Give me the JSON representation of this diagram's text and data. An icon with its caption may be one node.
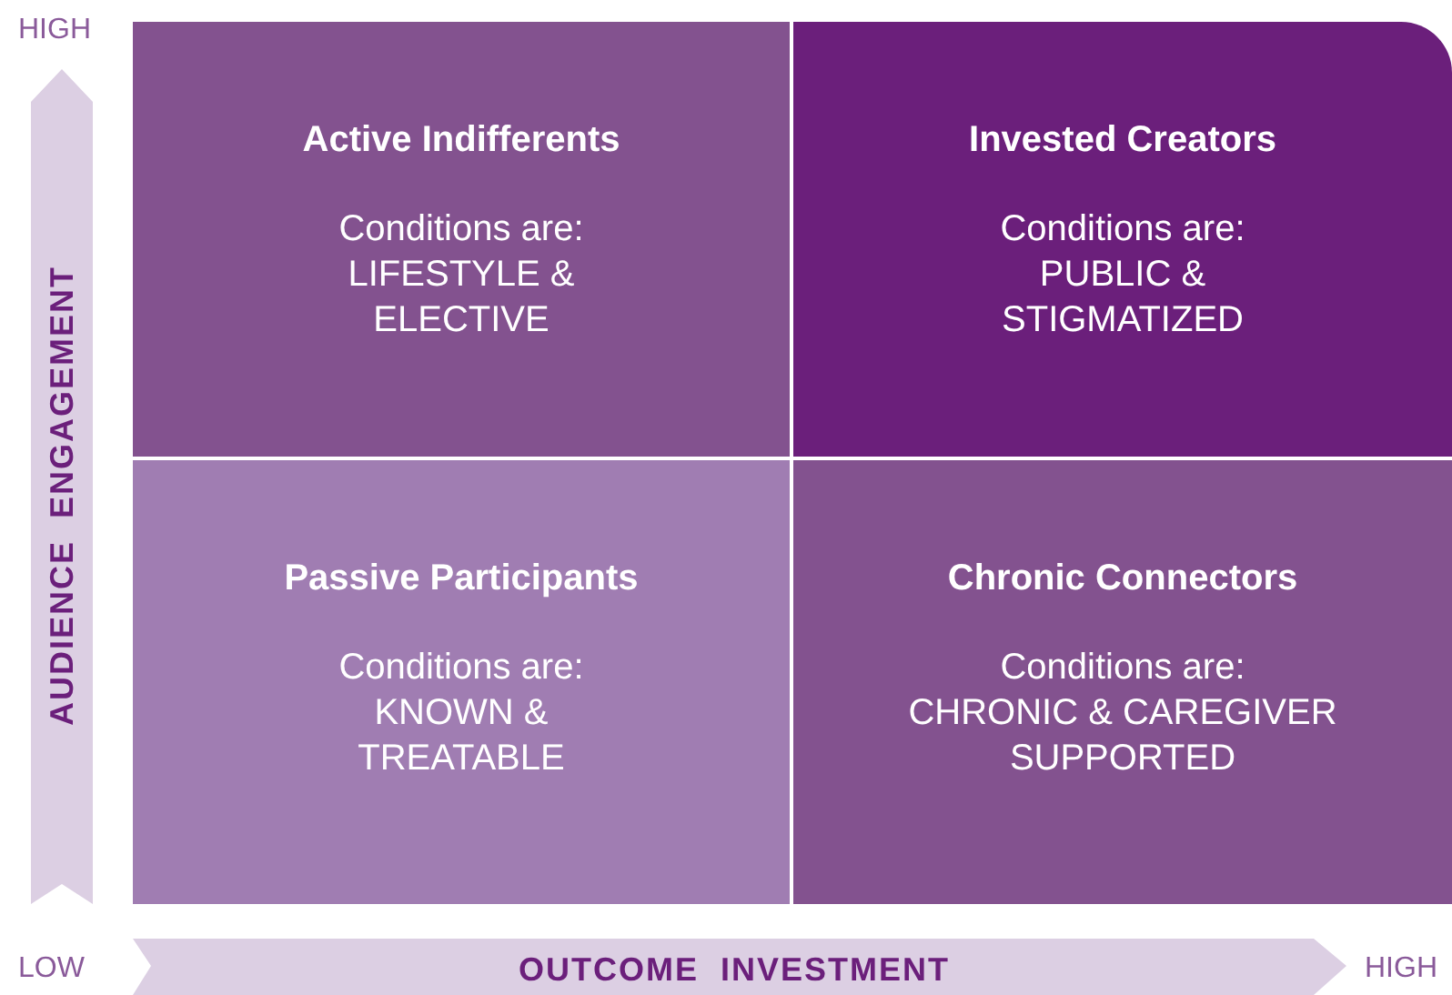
{
  "diagram": {
    "nodes": [
      {
        "text": [
          "Active Indifferents",
          "Conditions are:",
          "LIFESTYLE & ELECTIVE"
        ]
      },
      {
        "text": [
          "Invested Creators",
          "Conditions are:",
          "PUBLIC & STIGMATIZED"
        ]
      },
      {
        "text": [
          "Passive Participants",
          "Conditions are:",
          "KNOWN & TREATABLE"
        ]
      },
      {
        "text": [
          "Chronic Connectors",
          "Conditions are:",
          "CHRONIC & CAREGIVER SUPPORTED"
        ]
      }
    ],
    "labels": [
      "HIGH",
      "AUDIENCE ENGAGEMENT",
      "LOW",
      "OUTCOME INVESTMENT",
      "HIGH"
    ]
  }
}
